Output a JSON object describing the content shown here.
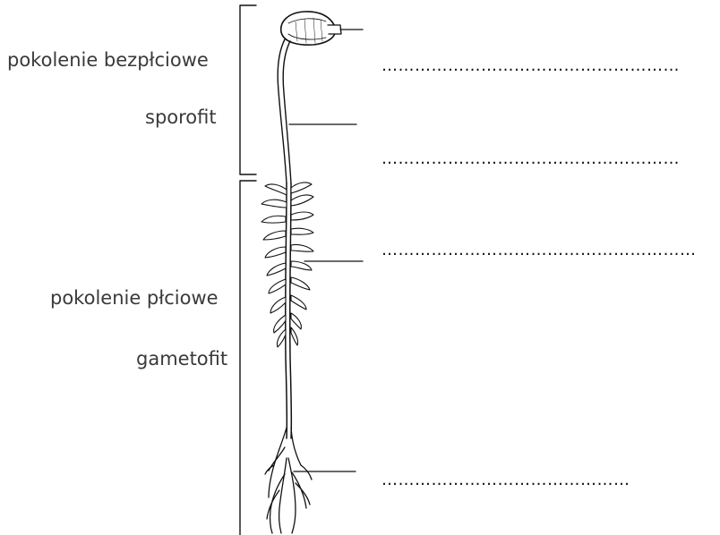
{
  "labels": {
    "asexual_generation": "pokolenie bezpłciowe",
    "sporophyte": "sporofit",
    "sexual_generation": "pokolenie płciowe",
    "gametophyte": "gametofit"
  },
  "answer_blanks": [
    "………………………………………………",
    "………………………………………………",
    "…………………………………………………",
    "………………………………………"
  ],
  "colors": {
    "line": "#111111",
    "text": "#3a3a3a"
  }
}
